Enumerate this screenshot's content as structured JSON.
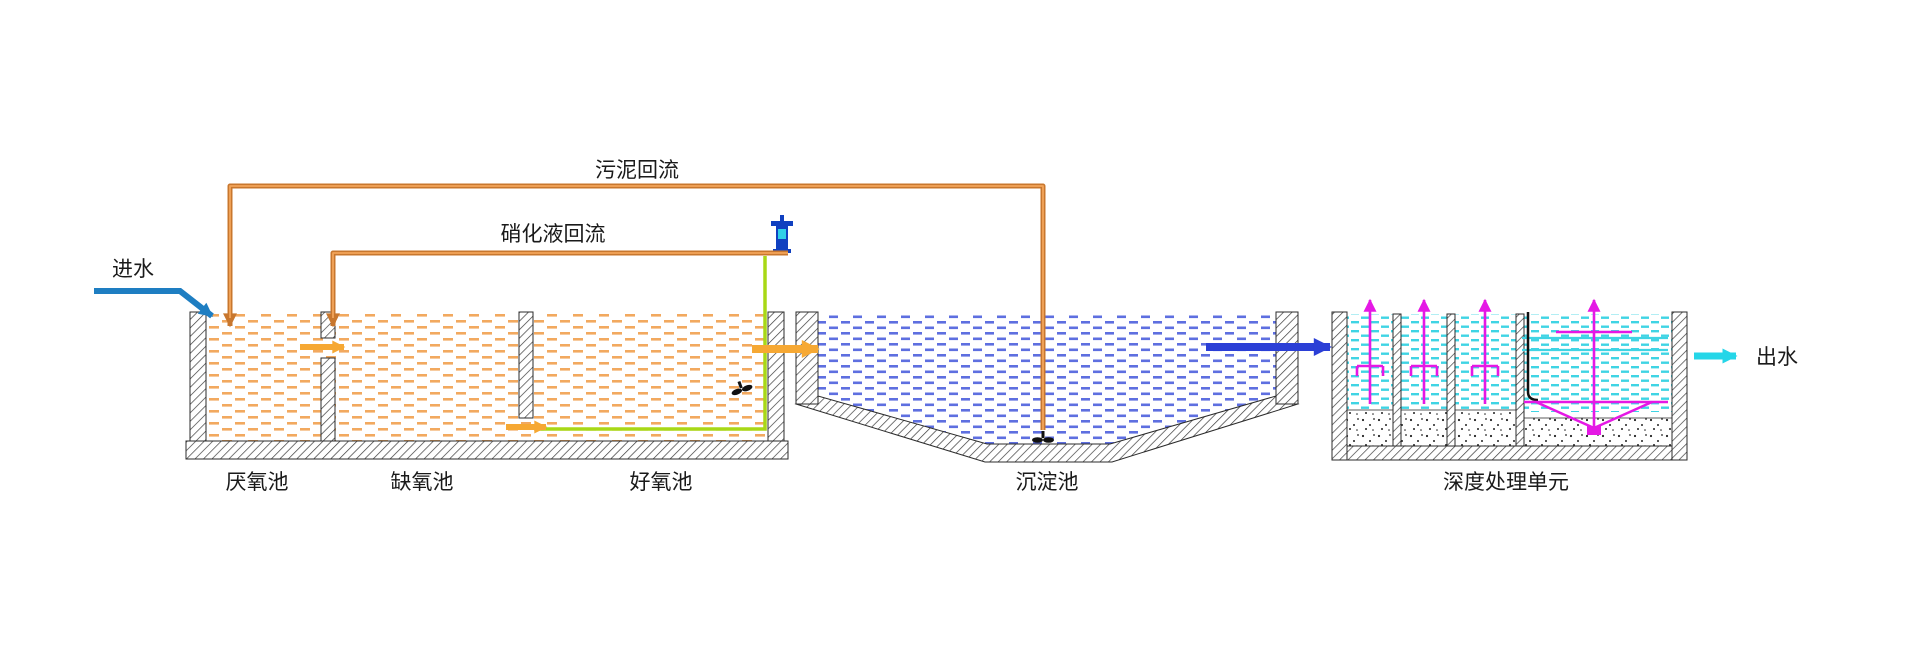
{
  "diagram": {
    "type": "wastewater-treatment-process-flow",
    "background": "#ffffff"
  },
  "labels": {
    "influent": "进水",
    "sludge_return": "污泥回流",
    "nitrified_liquid_return": "硝化液回流",
    "anaerobic_tank": "厌氧池",
    "anoxic_tank": "缺氧池",
    "aerobic_tank": "好氧池",
    "sedimentation_tank": "沉淀池",
    "advanced_treatment_unit": "深度处理单元",
    "effluent": "出水"
  },
  "colors": {
    "influent_arrow": "#1e7ec2",
    "transfer_arrow": "#f6a833",
    "recycle_pipe": "#c8772e",
    "biological_tank_fill_dashes": "#f2a95f",
    "sedimentation_fill_dashes": "#5e6fe0",
    "clarified_transfer_arrow": "#2b3fd6",
    "advanced_unit_fill_dashes": "#3fd4e4",
    "effluent_arrow": "#25d6e8",
    "equipment_magenta": "#e518e5",
    "aeration_pipe_green": "#a8d816",
    "recycle_pump_blue": "#1040c0",
    "wall_hatch": "#3c3c3c"
  },
  "icons": {
    "recycle_pump": "vertical-pump-icon",
    "aerobic_mixer": "submersible-mixer-icon",
    "sludge_pump": "sludge-pump-icon",
    "uplift_flow": "magenta-up-arrow-icon"
  }
}
